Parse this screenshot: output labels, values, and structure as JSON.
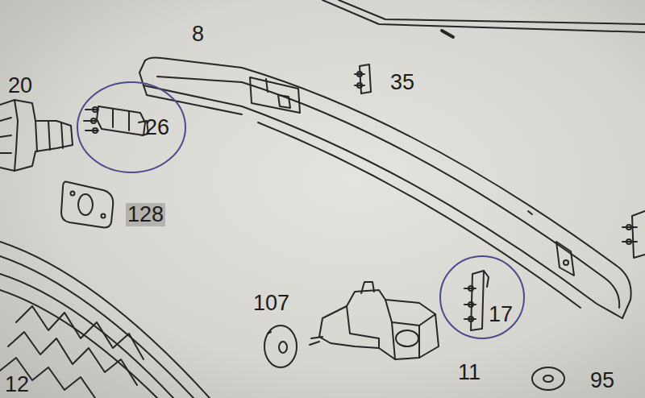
{
  "diagram": {
    "nodes": [
      {
        "text": [
          "26"
        ]
      },
      {
        "text": [
          "17"
        ]
      }
    ],
    "labels": [
      "8",
      "20",
      "35",
      "128",
      "107",
      "11",
      "95",
      "12"
    ]
  }
}
